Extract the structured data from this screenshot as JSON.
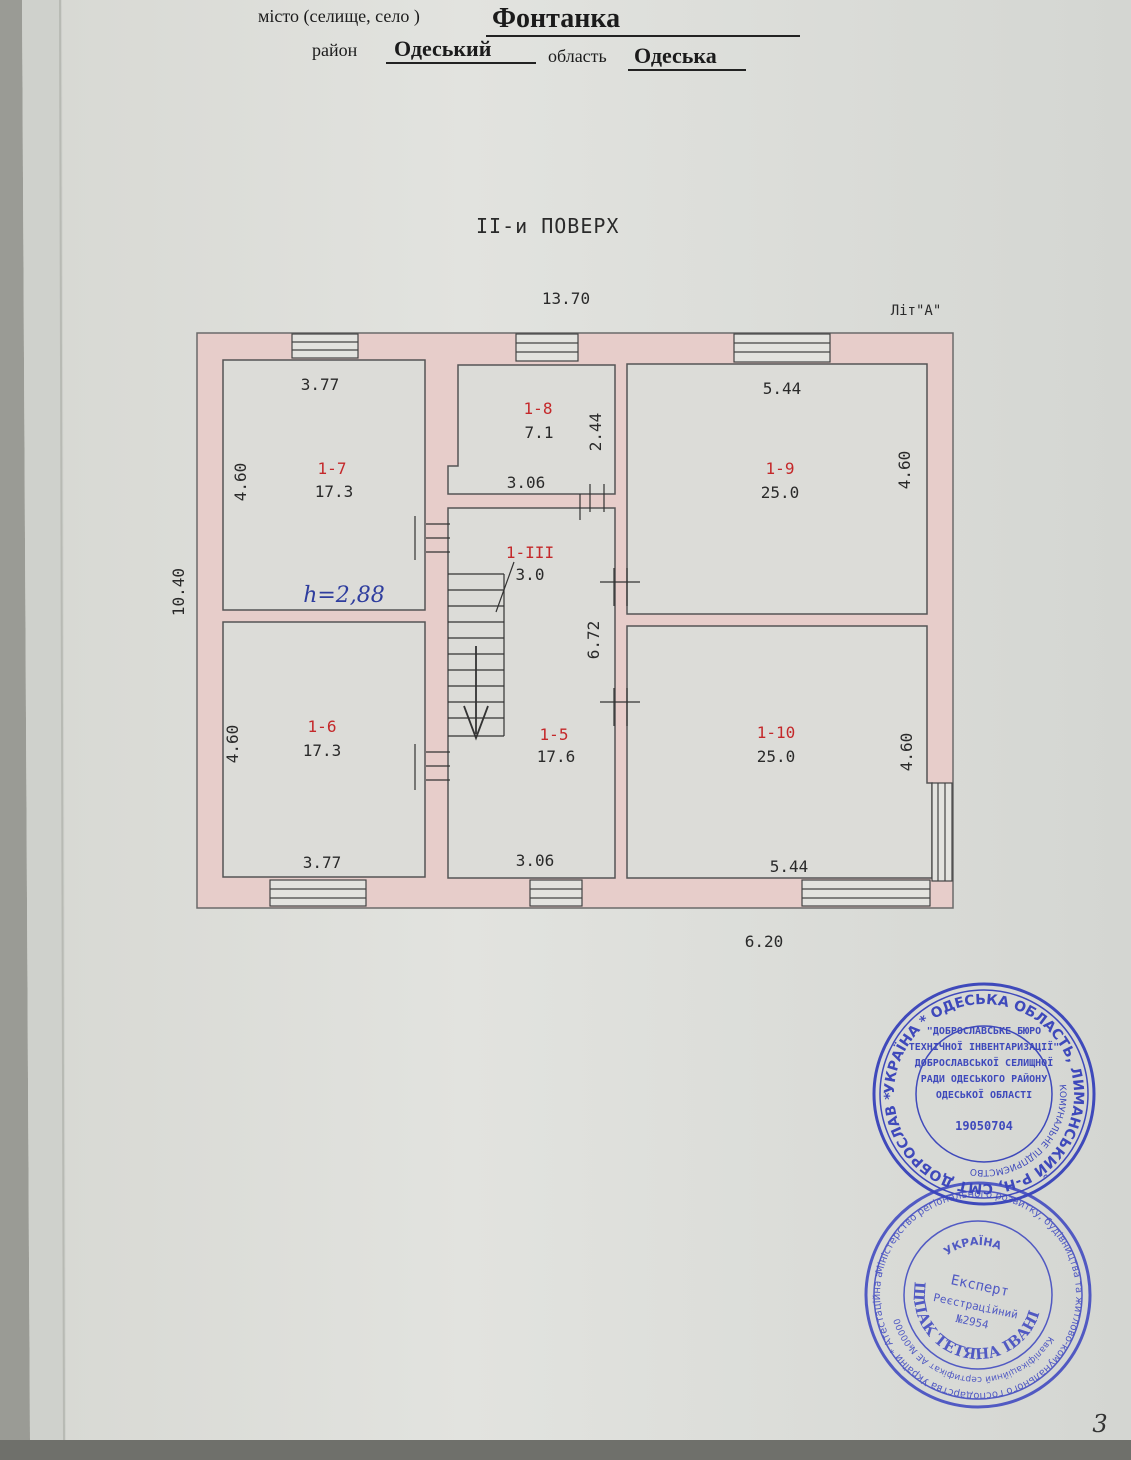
{
  "header": {
    "city_label": "місто (селище, село )",
    "city_value": "Фонтанка",
    "district_label": "район",
    "district_value": "Одеський",
    "region_label": "область",
    "region_value": "Одеська"
  },
  "plan": {
    "floor_title": "II-и ПОВЕРХ",
    "liter": "Літ\"А\"",
    "overall_width": "13.70",
    "overall_height": "10.40",
    "bottom_dimension": "6.20",
    "ceiling_height_note": "h=2,88",
    "rooms": [
      {
        "id": "1-7",
        "area": "17.3",
        "width": "3.77",
        "height": "4.60"
      },
      {
        "id": "1-8",
        "area": "7.1",
        "width": "3.06",
        "height": "2.44"
      },
      {
        "id": "1-9",
        "area": "25.0",
        "width": "5.44",
        "height": "4.60"
      },
      {
        "id": "1-III",
        "area": "3.0"
      },
      {
        "id": "1-6",
        "area": "17.3",
        "width": "3.77",
        "height": "4.60"
      },
      {
        "id": "1-5",
        "area": "17.6",
        "width": "3.06",
        "height": "6.72"
      },
      {
        "id": "1-10",
        "area": "25.0",
        "width": "5.44",
        "height": "4.60"
      }
    ]
  },
  "stamps": [
    {
      "outer_text": "УКРАЇНА * ОДЕСЬКА ОБЛАСТЬ, ЛИМАНСЬКИЙ Р-Н, СМТ ДОБРОСЛАВ *",
      "ring2": "КОМУНАЛЬНЕ ПІДПРИЄМСТВО",
      "lines": [
        "\"ДОБРОСЛАВСЬКЕ БЮРО",
        "ТЕХНІЧНОЇ ІНВЕНТАРИЗАЦІЇ\"",
        "ДОБРОСЛАВСЬКОЇ СЕЛИЩНОЇ",
        "РАДИ ОДЕСЬКОГО РАЙОНУ",
        "ОДЕСЬКОЇ ОБЛАСТІ"
      ],
      "code": "19050704",
      "color": "#2a36b8"
    },
    {
      "outer_text": "Міністерство регіонального розвитку, будівництва та житлово-комунального господарства України * Атестаційна архітектурно-будівельна комісія *",
      "ring2": "Кваліфікаційний сертифікат АЕ №00000",
      "name": "ШПАК ТЕТЯНА ІВАНІВНА",
      "country": "УКРАЇНА",
      "role": "Експерт",
      "reg_label": "Реєстраційний",
      "reg_no": "№2954",
      "color": "#3a44c0"
    }
  ],
  "page_number": "3",
  "colors": {
    "wall_fill": "#e8c9c6",
    "wall_stroke": "#6a6a6a",
    "room_ids": "#c4282a",
    "stamp_blue": "#2a36b8"
  }
}
